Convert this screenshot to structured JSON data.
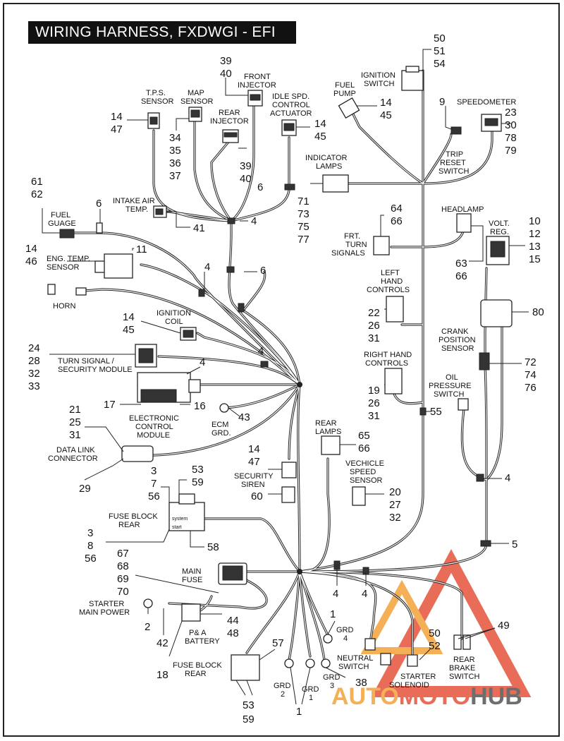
{
  "title": "WIRING HARNESS, FXDWGI - EFI",
  "watermark": {
    "part1": "AUTO",
    "part2": "MOTO",
    "part3": "HUB",
    "color_red": "#e5533c",
    "color_orange": "#f2a33a",
    "color_gray": "#555555"
  },
  "labels": {
    "fuel_guage": [
      "FUEL",
      "GUAGE"
    ],
    "tps_sensor": [
      "T.P.S.",
      "SENSOR"
    ],
    "map_sensor": [
      "MAP",
      "SENSOR"
    ],
    "front_injector": [
      "FRONT",
      "INJECTOR"
    ],
    "rear_injector": [
      "REAR",
      "INJECTOR"
    ],
    "idle_spd": [
      "IDLE SPD.",
      "CONTROL",
      "ACTUATOR"
    ],
    "ignition_switch": [
      "IGNITION",
      "SWITCH"
    ],
    "fuel_pump": [
      "FUEL",
      "PUMP"
    ],
    "speedometer": [
      "SPEEDOMETER"
    ],
    "trip_reset": [
      "TRIP",
      "RESET",
      "SWITCH"
    ],
    "indicator_lamps": [
      "INDICATOR",
      "LAMPS"
    ],
    "intake_air": [
      "INTAKE  AIR",
      "TEMP."
    ],
    "headlamp": [
      "HEADLAMP"
    ],
    "volt_reg": [
      "VOLT.",
      "REG."
    ],
    "frt_turn": [
      "FRT.",
      "TURN",
      "SIGNALS"
    ],
    "eng_temp": [
      "ENG. TEMP.",
      "SENSOR"
    ],
    "horn": [
      "HORN"
    ],
    "left_hand": [
      "LEFT",
      "HAND",
      "CONTROLS"
    ],
    "crank_position": [
      "CRANK",
      "POSITION",
      "SENSOR"
    ],
    "ignition_coil": [
      "IGNITION",
      "COIL"
    ],
    "turn_signal_module": [
      "TURN SIGNAL /",
      "SECURITY MODULE"
    ],
    "right_hand": [
      "RIGHT HAND",
      "CONTROLS"
    ],
    "oil_pressure": [
      "OIL",
      "PRESSURE",
      "SWITCH"
    ],
    "ecm": [
      "ELECTRONIC",
      "CONTROL",
      "MODULE"
    ],
    "ecm_grd": [
      "ECM",
      "GRD."
    ],
    "rear_lamps": [
      "REAR",
      "LAMPS"
    ],
    "data_link": [
      "DATA LINK",
      "CONNECTOR"
    ],
    "security_siren": [
      "SECURITY",
      "SIREN"
    ],
    "vehicle_speed": [
      "VECHICLE",
      "SPEED",
      "SENSOR"
    ],
    "fuse_block_rear_top": [
      "FUSE BLOCK",
      "REAR"
    ],
    "main_fuse": [
      "MAIN",
      "FUSE"
    ],
    "starter_main_power": [
      "STARTER",
      "MAIN POWER"
    ],
    "pa_battery": [
      "P& A",
      "BATTERY"
    ],
    "fuse_block_rear_bottom": [
      "FUSE BLOCK",
      "REAR"
    ],
    "neutral_switch": [
      "NEUTRAL",
      "SWITCH"
    ],
    "starter_solenoid": [
      "STARTER",
      "SOLENOID"
    ],
    "rear_brake": [
      "REAR",
      "BRAKE",
      "SWITCH"
    ],
    "grd4": [
      "GRD",
      "4"
    ],
    "grd3": [
      "GRD",
      "3"
    ],
    "grd2": [
      "GRD",
      "2"
    ],
    "grd1": [
      "GRD",
      "1"
    ],
    "fuse_system": "system",
    "fuse_start": "start"
  },
  "callouts": {
    "n61_62": [
      "61",
      "62"
    ],
    "n6_fuel": "6",
    "n14_47_tps": [
      "14",
      "47"
    ],
    "n34_37": [
      "34",
      "35",
      "36",
      "37"
    ],
    "n39_40_top": [
      "39",
      "40"
    ],
    "n39_40_rear": [
      "39",
      "40"
    ],
    "n14_45_idle": [
      "14",
      "45"
    ],
    "n6_idle": "6",
    "n50_54": [
      "50",
      "51",
      "54"
    ],
    "n14_45_pump": [
      "14",
      "45"
    ],
    "n9": "9",
    "n23_79": [
      "23",
      "30",
      "78",
      "79"
    ],
    "n71_77": [
      "71",
      "73",
      "75",
      "77"
    ],
    "n41": "41",
    "n4_a": "4",
    "n64_66": [
      "64",
      "66"
    ],
    "n10_15": [
      "10",
      "12",
      "13",
      "15"
    ],
    "n63_66": [
      "63",
      "66"
    ],
    "n14_46": [
      "14",
      "46"
    ],
    "n11": "11",
    "n4_b": "4",
    "n6_b": "6",
    "n80": "80",
    "n22_31": [
      "22",
      "26",
      "31"
    ],
    "n14_45_coil": [
      "14",
      "45"
    ],
    "n24_33": [
      "24",
      "28",
      "32",
      "33"
    ],
    "n4_c": "4",
    "n4_d": "4",
    "n72_76": [
      "72",
      "74",
      "76"
    ],
    "n19_31": [
      "19",
      "26",
      "31"
    ],
    "n17": "17",
    "n16": "16",
    "n43": "43",
    "n55": "55",
    "n21_31": [
      "21",
      "25",
      "31"
    ],
    "n65_66": [
      "65",
      "66"
    ],
    "n29": "29",
    "n14_47_siren": [
      "14",
      "47"
    ],
    "n3_56_top": [
      "3",
      "7",
      "56"
    ],
    "n53_59_top": [
      "53",
      "59"
    ],
    "n60": "60",
    "n20_32": [
      "20",
      "27",
      "32"
    ],
    "n4_e": "4",
    "n3_56_bottom": [
      "3",
      "8",
      "56"
    ],
    "n58": "58",
    "n5": "5",
    "n67_70": [
      "67",
      "68",
      "69",
      "70"
    ],
    "n4_f": "4",
    "n4_g": "4",
    "n2": "2",
    "n42": "42",
    "n44_48": [
      "44",
      "48"
    ],
    "n18": "18",
    "n1_top": "1",
    "n57": "57",
    "n50_52": [
      "50",
      "52"
    ],
    "n49": "49",
    "n38": "38",
    "n53_59_bottom": [
      "53",
      "59"
    ],
    "n1_bottom": "1"
  }
}
